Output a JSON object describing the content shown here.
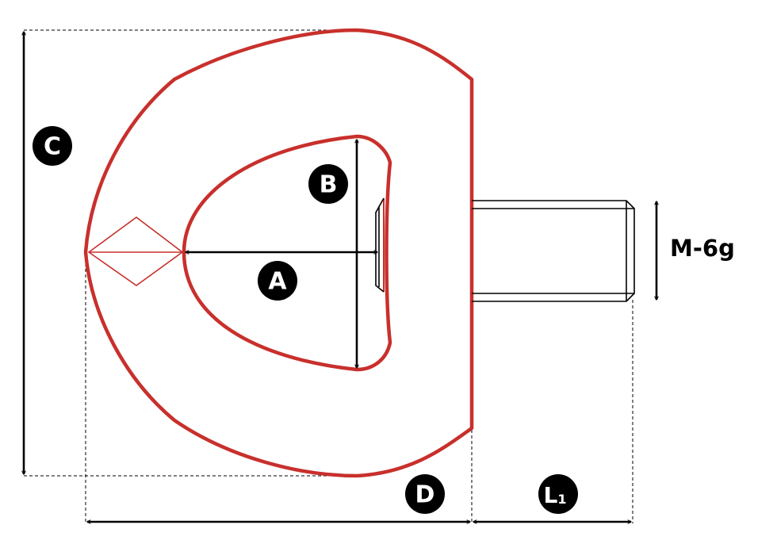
{
  "labels": {
    "a": "A",
    "b": "B",
    "c": "C",
    "d": "D",
    "l1_letter": "L",
    "l1_sub": "1",
    "thread": "M-6g"
  },
  "colors": {
    "outline": "#c8302c",
    "ink": "#000000",
    "badge_text": "#ffffff"
  }
}
